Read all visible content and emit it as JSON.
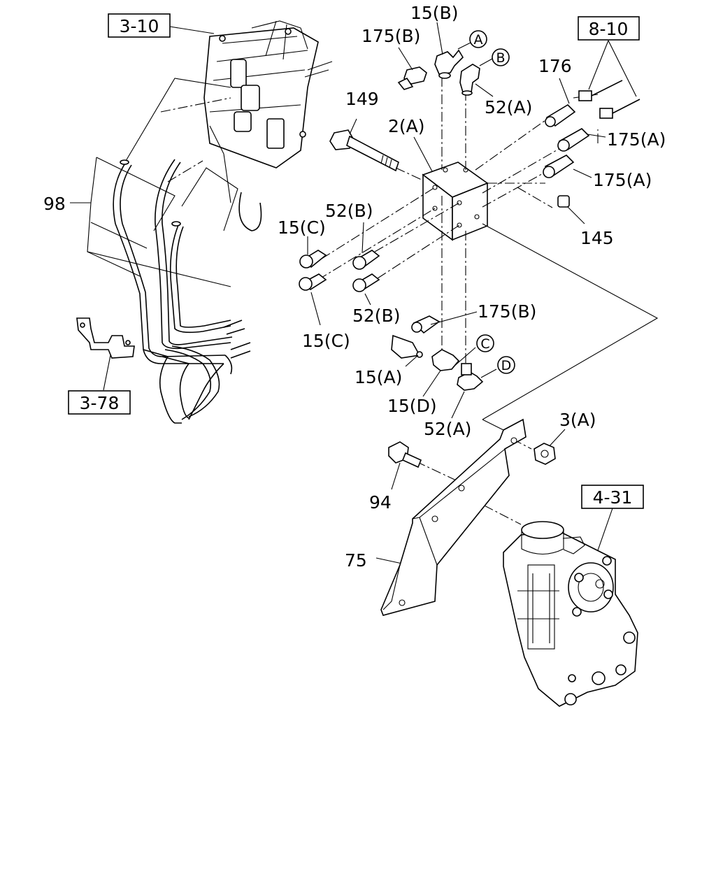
{
  "refs": {
    "r_3_10": "3-10",
    "r_8_10": "8-10",
    "r_3_78": "3-78",
    "r_4_31": "4-31"
  },
  "callouts": {
    "p15b": "15(B)",
    "p175b_top": "175(B)",
    "p52a_top": "52(A)",
    "p176": "176",
    "p175a_1": "175(A)",
    "p175a_2": "175(A)",
    "p145": "145",
    "p149": "149",
    "p2a": "2(A)",
    "p98": "98",
    "p52b_1": "52(B)",
    "p15c_1": "15(C)",
    "p15c_2": "15(C)",
    "p52b_2": "52(B)",
    "p175b_mid": "175(B)",
    "p15a": "15(A)",
    "p15d": "15(D)",
    "p52a_bot": "52(A)",
    "p3a": "3(A)",
    "p94": "94",
    "p75": "75"
  },
  "circle_markers": {
    "a": "A",
    "b": "B",
    "c": "C",
    "d": "D"
  }
}
